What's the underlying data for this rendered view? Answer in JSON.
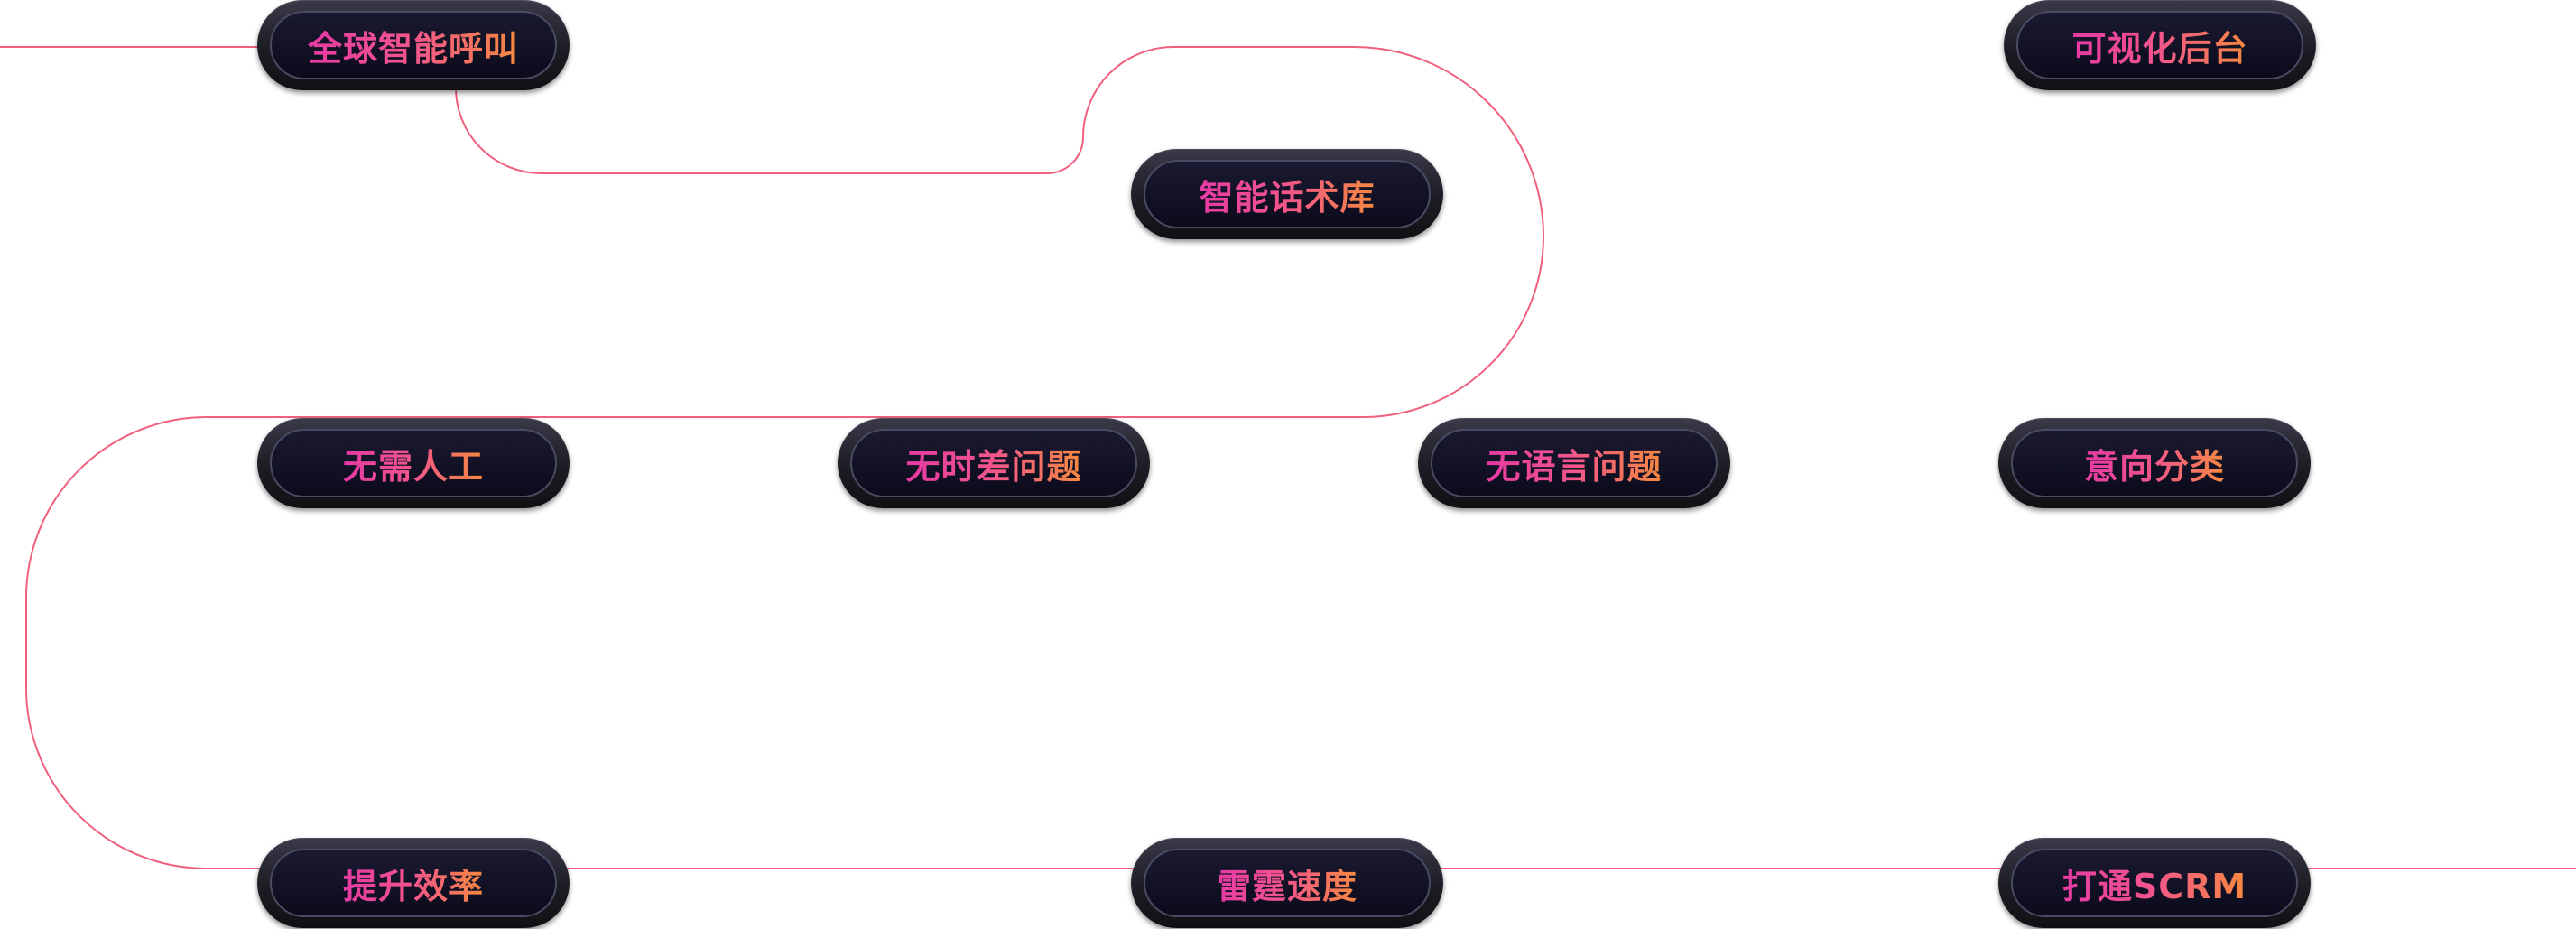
{
  "colors": {
    "connector": "#f0607e",
    "node_outer": "#1c1c24",
    "node_inner": "#0c0b1c",
    "label_gradient_start": "#e63aa4",
    "label_gradient_end": "#f7893f"
  },
  "nodes": [
    {
      "id": "global-call",
      "label": "全球智能呼叫"
    },
    {
      "id": "script-library",
      "label": "智能话术库"
    },
    {
      "id": "visual-backend",
      "label": "可视化后台"
    },
    {
      "id": "no-staff",
      "label": "无需人工"
    },
    {
      "id": "no-timezone",
      "label": "无时差问题"
    },
    {
      "id": "no-language",
      "label": "无语言问题"
    },
    {
      "id": "intent-classify",
      "label": "意向分类"
    },
    {
      "id": "efficiency",
      "label": "提升效率"
    },
    {
      "id": "speed",
      "label": "雷霆速度"
    },
    {
      "id": "scrm",
      "label": "打通SCRM"
    }
  ]
}
